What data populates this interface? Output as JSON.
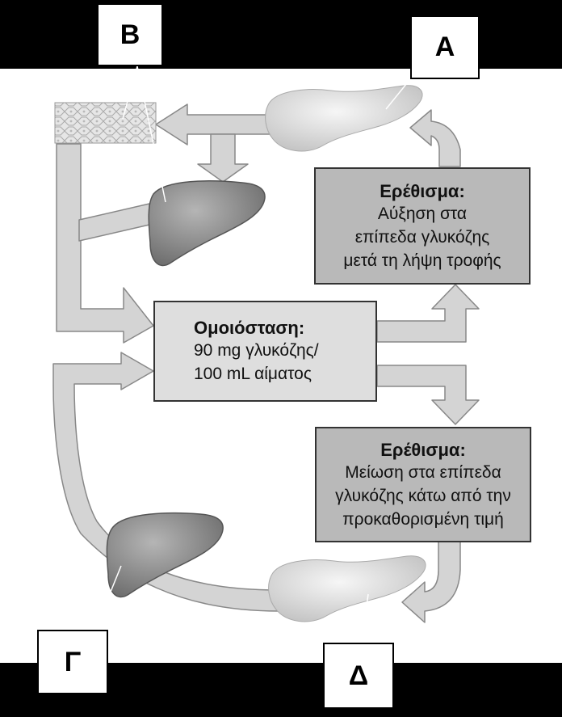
{
  "labels": {
    "A": "Α",
    "B": "Β",
    "C": "Γ",
    "D": "Δ"
  },
  "stimulus_top": {
    "title": "Ερέθισμα:",
    "lines": [
      "Αύξηση στα",
      "επίπεδα γλυκόζης",
      "μετά τη λήψη τροφής"
    ]
  },
  "homeostasis": {
    "title": "Ομοιόσταση:",
    "lines": [
      "90 mg γλυκόζης/",
      "100 mL αίματος"
    ]
  },
  "stimulus_bottom": {
    "title": "Ερέθισμα:",
    "lines": [
      "Μείωση στα επίπεδα",
      "γλυκόζης κάτω από την",
      "προκαθορισμένη τιμή"
    ]
  },
  "colors": {
    "arrow_fill": "#d4d4d4",
    "arrow_stroke": "#888888",
    "organ": "#8f8f8f",
    "box_dark": "#b9b9b9",
    "box_light": "#dedede"
  },
  "icons": [
    "pancreas-icon",
    "liver-icon",
    "body-cells-icon"
  ]
}
